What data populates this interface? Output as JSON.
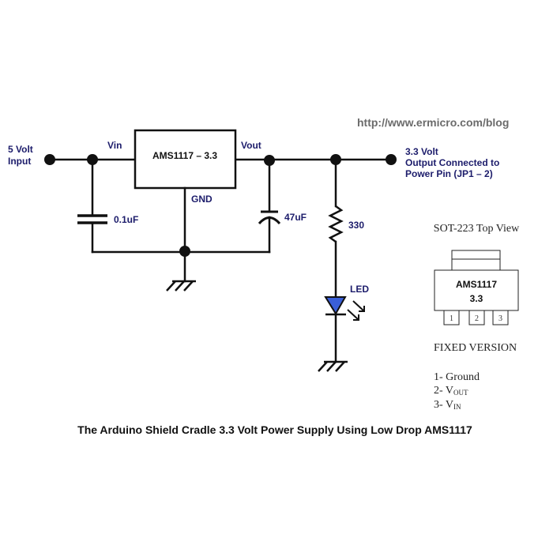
{
  "website_url": "http://www.ermicro.com/blog",
  "input": {
    "label_line1": "5 Volt",
    "label_line2": "Input"
  },
  "output": {
    "label_line1": "3.3 Volt",
    "label_line2": "Output Connected to",
    "label_line3": "Power Pin (JP1 – 2)"
  },
  "regulator": {
    "part": "AMS1117 – 3.3",
    "pin_vin": "Vin",
    "pin_vout": "Vout",
    "pin_gnd": "GND"
  },
  "components": {
    "input_cap": "0.1uF",
    "output_cap": "47uF",
    "resistor": "330",
    "led": "LED"
  },
  "package": {
    "title": "SOT-223 Top View",
    "part_line1": "AMS1117",
    "part_line2": "3.3",
    "pins": [
      "1",
      "2",
      "3"
    ],
    "version": "FIXED VERSION",
    "pinout": [
      {
        "num": "1-",
        "name": "Ground",
        "sub": ""
      },
      {
        "num": "2-",
        "name": "V",
        "sub": "OUT"
      },
      {
        "num": "3-",
        "name": "V",
        "sub": "IN"
      }
    ]
  },
  "colors": {
    "label": "#1c1c6b",
    "led_fill": "#3a5fd8",
    "url": "#6b6b6b"
  },
  "caption": "The Arduino Shield Cradle 3.3 Volt Power Supply Using Low Drop AMS1117"
}
